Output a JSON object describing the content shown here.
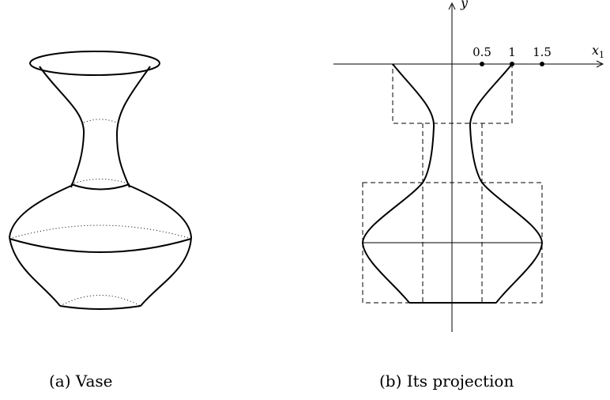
{
  "panels": [
    {
      "caption": "(a) Vase"
    },
    {
      "caption": "(b) Its projection"
    }
  ],
  "axes": {
    "x_label_var": "x",
    "x_label_sub": "1",
    "y_label": "y",
    "tick_labels": [
      "0.5",
      "1",
      "1.5"
    ]
  }
}
